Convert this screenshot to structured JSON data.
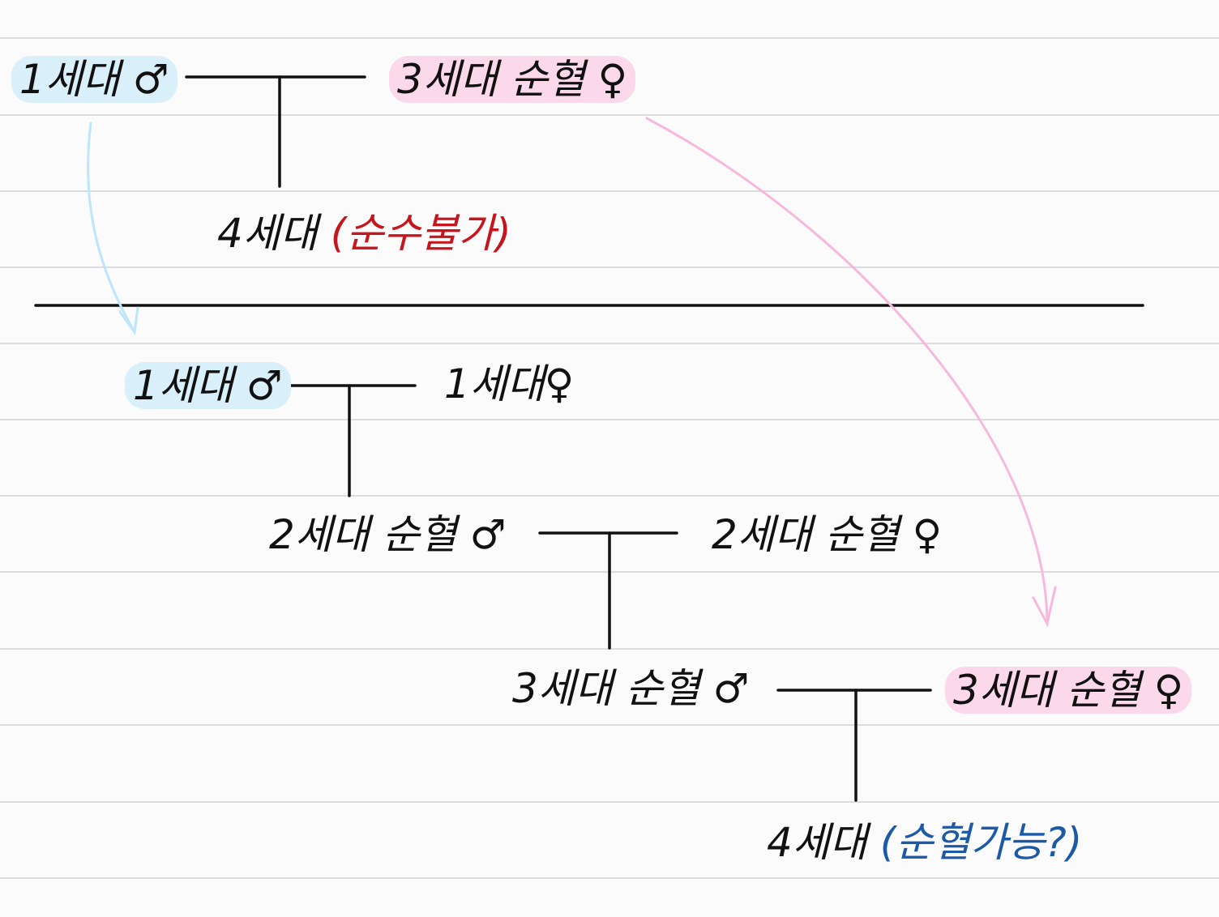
{
  "top": {
    "father": "1세대 ♂",
    "mother": "3세대 순혈 ♀",
    "child_gen": "4세대",
    "child_note": "(순수불가)"
  },
  "bottom": {
    "gen1_male": "1세대 ♂",
    "gen1_female": "1세대♀",
    "gen2_male": "2세대 순혈 ♂",
    "gen2_female": "2세대 순혈 ♀",
    "gen3_male": "3세대 순혈 ♂",
    "gen3_female": "3세대 순혈 ♀",
    "gen4": "4세대",
    "gen4_note": "(순혈가능?)"
  },
  "colors": {
    "red": "#c4161c",
    "blue": "#1c5aa8",
    "pink": "#fbd9ea",
    "light_blue": "#d9f0fb"
  }
}
